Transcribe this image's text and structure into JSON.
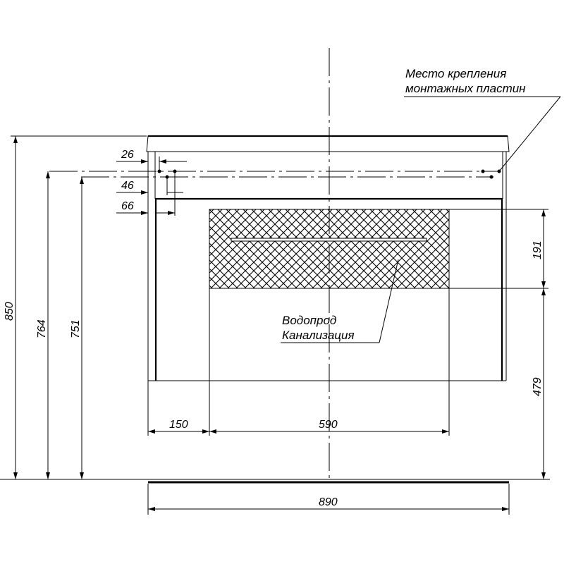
{
  "drawing": {
    "annotations": {
      "mounting_line1": "Место крепления",
      "mounting_line2": "монтажных пластин",
      "water_line1": "Водопрод",
      "water_line2": "Канализация"
    },
    "dimensions": {
      "total_height": "850",
      "mount_height_upper": "764",
      "mount_height_lower": "751",
      "offset_26": "26",
      "offset_46": "46",
      "offset_66": "66",
      "zone_height": "191",
      "zone_bottom": "479",
      "zone_left": "150",
      "zone_width": "590",
      "total_width": "890"
    },
    "colors": {
      "line": "#000000",
      "background": "#ffffff"
    }
  }
}
